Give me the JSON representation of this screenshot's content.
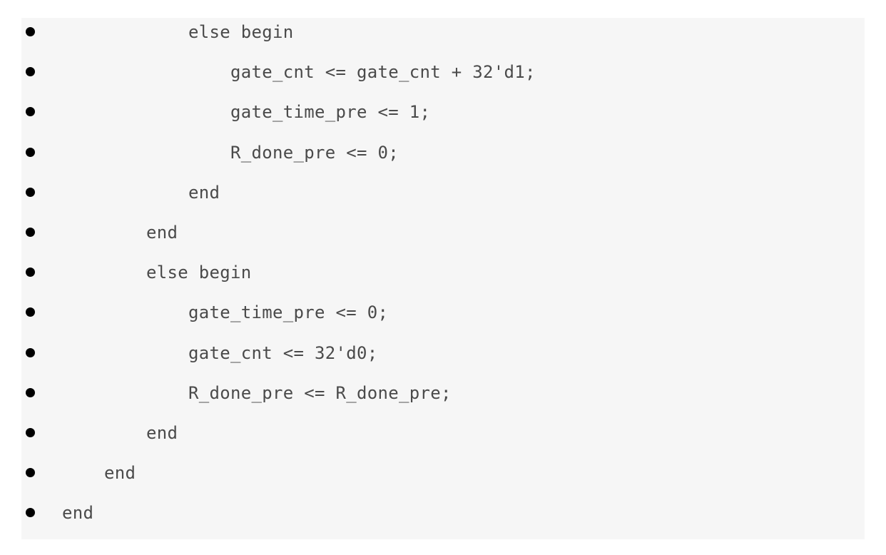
{
  "code": {
    "lines": [
      {
        "indent": 3,
        "text": "else begin"
      },
      {
        "indent": 4,
        "text": "gate_cnt <= gate_cnt + 32'd1;"
      },
      {
        "indent": 4,
        "text": "gate_time_pre <= 1;"
      },
      {
        "indent": 4,
        "text": "R_done_pre <= 0;"
      },
      {
        "indent": 3,
        "text": "end"
      },
      {
        "indent": 2,
        "text": "end"
      },
      {
        "indent": 2,
        "text": "else begin"
      },
      {
        "indent": 3,
        "text": "gate_time_pre <= 0;"
      },
      {
        "indent": 3,
        "text": "gate_cnt <= 32'd0;"
      },
      {
        "indent": 3,
        "text": "R_done_pre <= R_done_pre;"
      },
      {
        "indent": 2,
        "text": "end"
      },
      {
        "indent": 1,
        "text": "end"
      },
      {
        "indent": 0,
        "text": "end"
      }
    ]
  },
  "colors": {
    "code_background": "#f6f6f6",
    "code_text": "#4a4a4a",
    "bullet": "#000000"
  }
}
